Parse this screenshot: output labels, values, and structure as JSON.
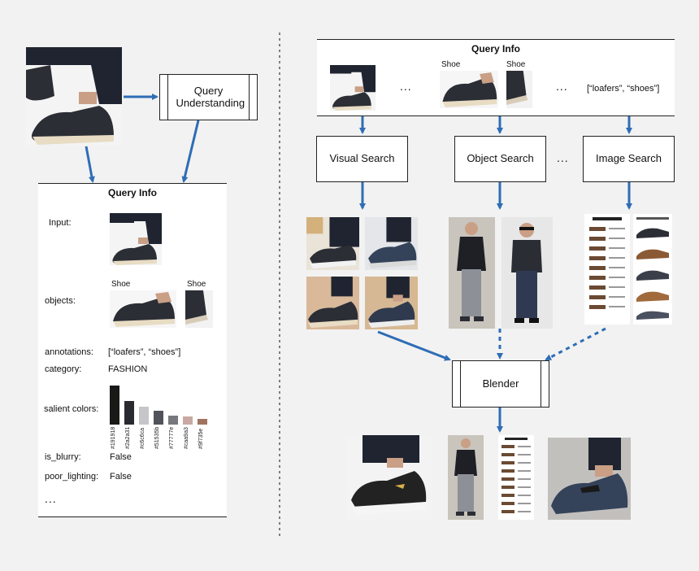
{
  "left_panel": {
    "understanding_box": "Query Understanding",
    "info_title": "Query Info",
    "rows": {
      "input_label": "Input:",
      "objects_label": "objects:",
      "object_tag_1": "Shoe",
      "object_tag_2": "Shoe",
      "annotations_label": "annotations:",
      "annotations_value": "[“loafers”, “shoes”]",
      "category_label": "category:",
      "category_value": "FASHION",
      "salient_label": "salient colors:",
      "is_blurry_label": "is_blurry:",
      "is_blurry_value": "False",
      "poor_lighting_label": "poor_lighting:",
      "poor_lighting_value": "False",
      "more": "..."
    },
    "salient_colors": [
      {
        "code": "#191918",
        "hex": "#191918",
        "level": 1.0
      },
      {
        "code": "#2a2a31",
        "hex": "#2a2a31",
        "level": 0.6
      },
      {
        "code": "#c6c6ca",
        "hex": "#c6c6ca",
        "level": 0.45
      },
      {
        "code": "#51535b",
        "hex": "#51535b",
        "level": 0.35
      },
      {
        "code": "#77777e",
        "hex": "#77777e",
        "level": 0.22
      },
      {
        "code": "#caa9a3",
        "hex": "#c9a9a3",
        "level": 0.2
      },
      {
        "code": "#9f735e",
        "hex": "#9f735e",
        "level": 0.15
      }
    ]
  },
  "right_panel": {
    "info_title": "Query Info",
    "shoe_tag_1": "Shoe",
    "shoe_tag_2": "Shoe",
    "dots_1": "...",
    "dots_2": "...",
    "annotations": "[“loafers”, “shoes”]",
    "visual_search": "Visual Search",
    "object_search": "Object Search",
    "dots_3": "...",
    "image_search": "Image Search",
    "blender": "Blender"
  },
  "colors": {
    "arrow": "#2f6db5",
    "shoe": "#2b2e35",
    "sole": "#e8dcc4",
    "skin": "#c99f86",
    "jeans": "#1f2430",
    "bg_warm": "#d9b99a"
  }
}
